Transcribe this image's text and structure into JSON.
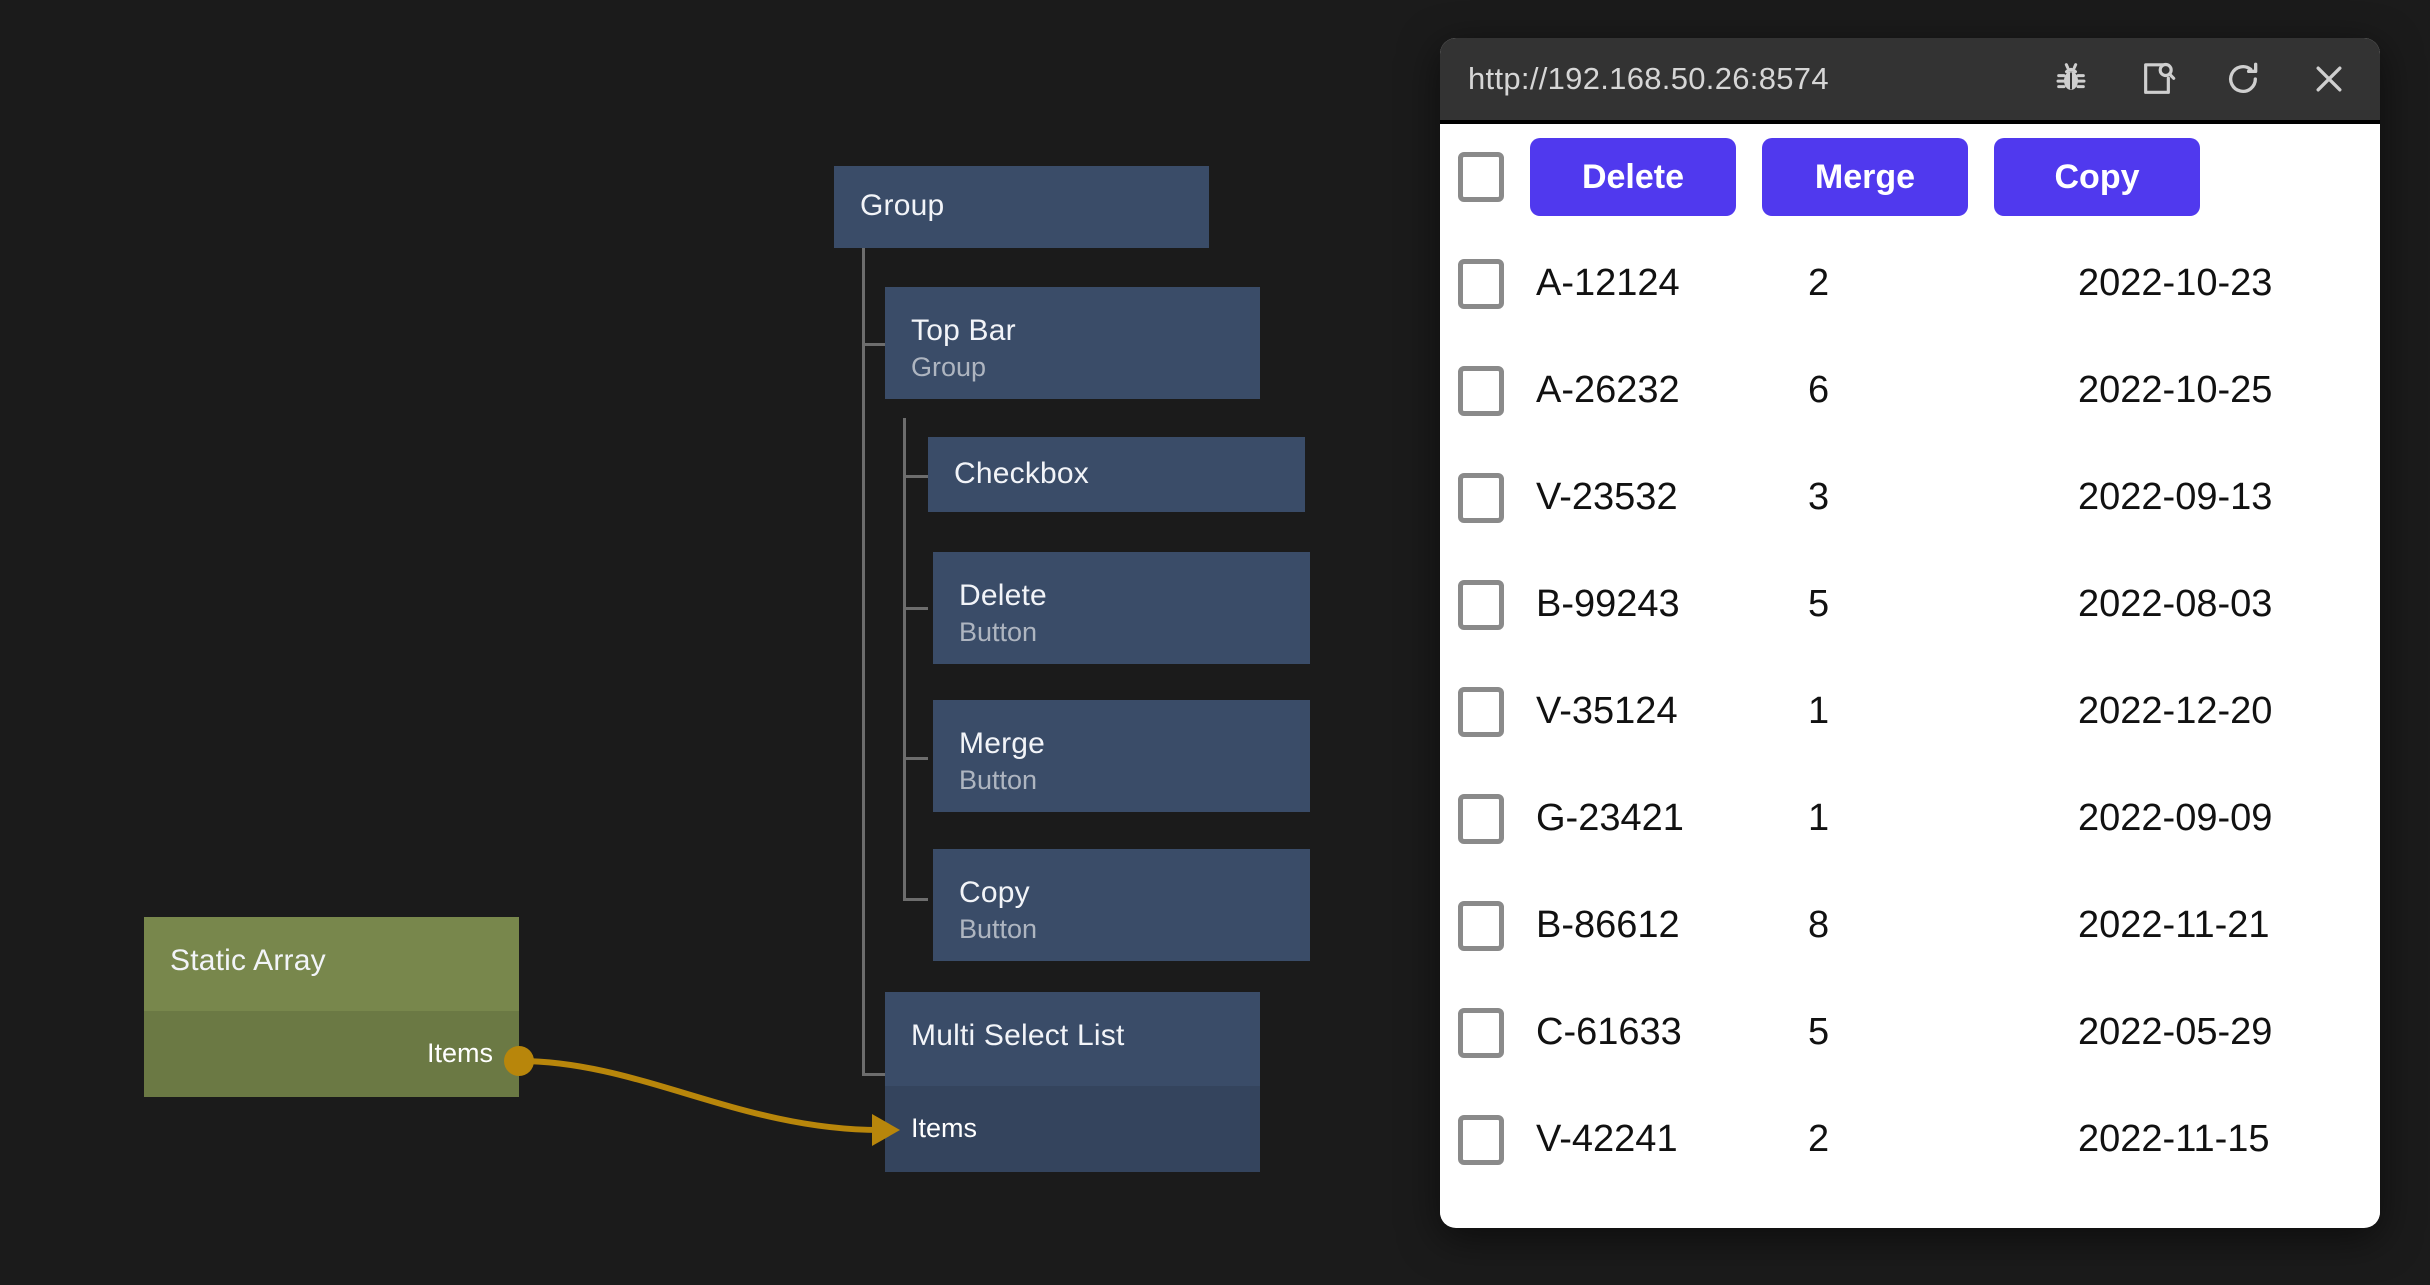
{
  "graph": {
    "nodes": [
      {
        "title": "Group",
        "subtitle": "",
        "port": ""
      },
      {
        "title": "Top Bar",
        "subtitle": "Group",
        "port": ""
      },
      {
        "title": "Checkbox",
        "subtitle": "",
        "port": ""
      },
      {
        "title": "Delete",
        "subtitle": "Button",
        "port": ""
      },
      {
        "title": "Merge",
        "subtitle": "Button",
        "port": ""
      },
      {
        "title": "Copy",
        "subtitle": "Button",
        "port": ""
      },
      {
        "title": "Multi Select List",
        "subtitle": "",
        "port": "Items"
      },
      {
        "title": "Static Array",
        "subtitle": "",
        "port": "Items"
      }
    ],
    "edge_color": "#b8860b",
    "node_color": "#3a4c68",
    "source_node_color": "#78874c"
  },
  "browser": {
    "url": "http://192.168.50.26:8574",
    "icons": [
      "bug-icon",
      "inspect-page-icon",
      "reload-icon",
      "close-icon"
    ],
    "toolbar": {
      "select_all_label": "",
      "buttons": [
        "Delete",
        "Merge",
        "Copy"
      ],
      "button_color": "#5039ee"
    },
    "table": {
      "rows": [
        {
          "id": "A-12124",
          "qty": "2",
          "date": "2022-10-23"
        },
        {
          "id": "A-26232",
          "qty": "6",
          "date": "2022-10-25"
        },
        {
          "id": "V-23532",
          "qty": "3",
          "date": "2022-09-13"
        },
        {
          "id": "B-99243",
          "qty": "5",
          "date": "2022-08-03"
        },
        {
          "id": "V-35124",
          "qty": "1",
          "date": "2022-12-20"
        },
        {
          "id": "G-23421",
          "qty": "1",
          "date": "2022-09-09"
        },
        {
          "id": "B-86612",
          "qty": "8",
          "date": "2022-11-21"
        },
        {
          "id": "C-61633",
          "qty": "5",
          "date": "2022-05-29"
        },
        {
          "id": "V-42241",
          "qty": "2",
          "date": "2022-11-15"
        }
      ]
    }
  }
}
